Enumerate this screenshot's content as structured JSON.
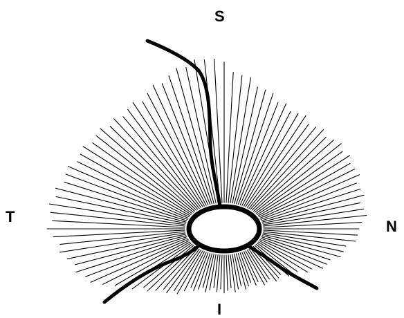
{
  "labels": {
    "superior": "S",
    "temporal": "T",
    "nasal": "N",
    "inferior": "I"
  },
  "colors": {
    "ink": "#000000",
    "background": "#ffffff",
    "disc_fill": "#ffffff"
  }
}
